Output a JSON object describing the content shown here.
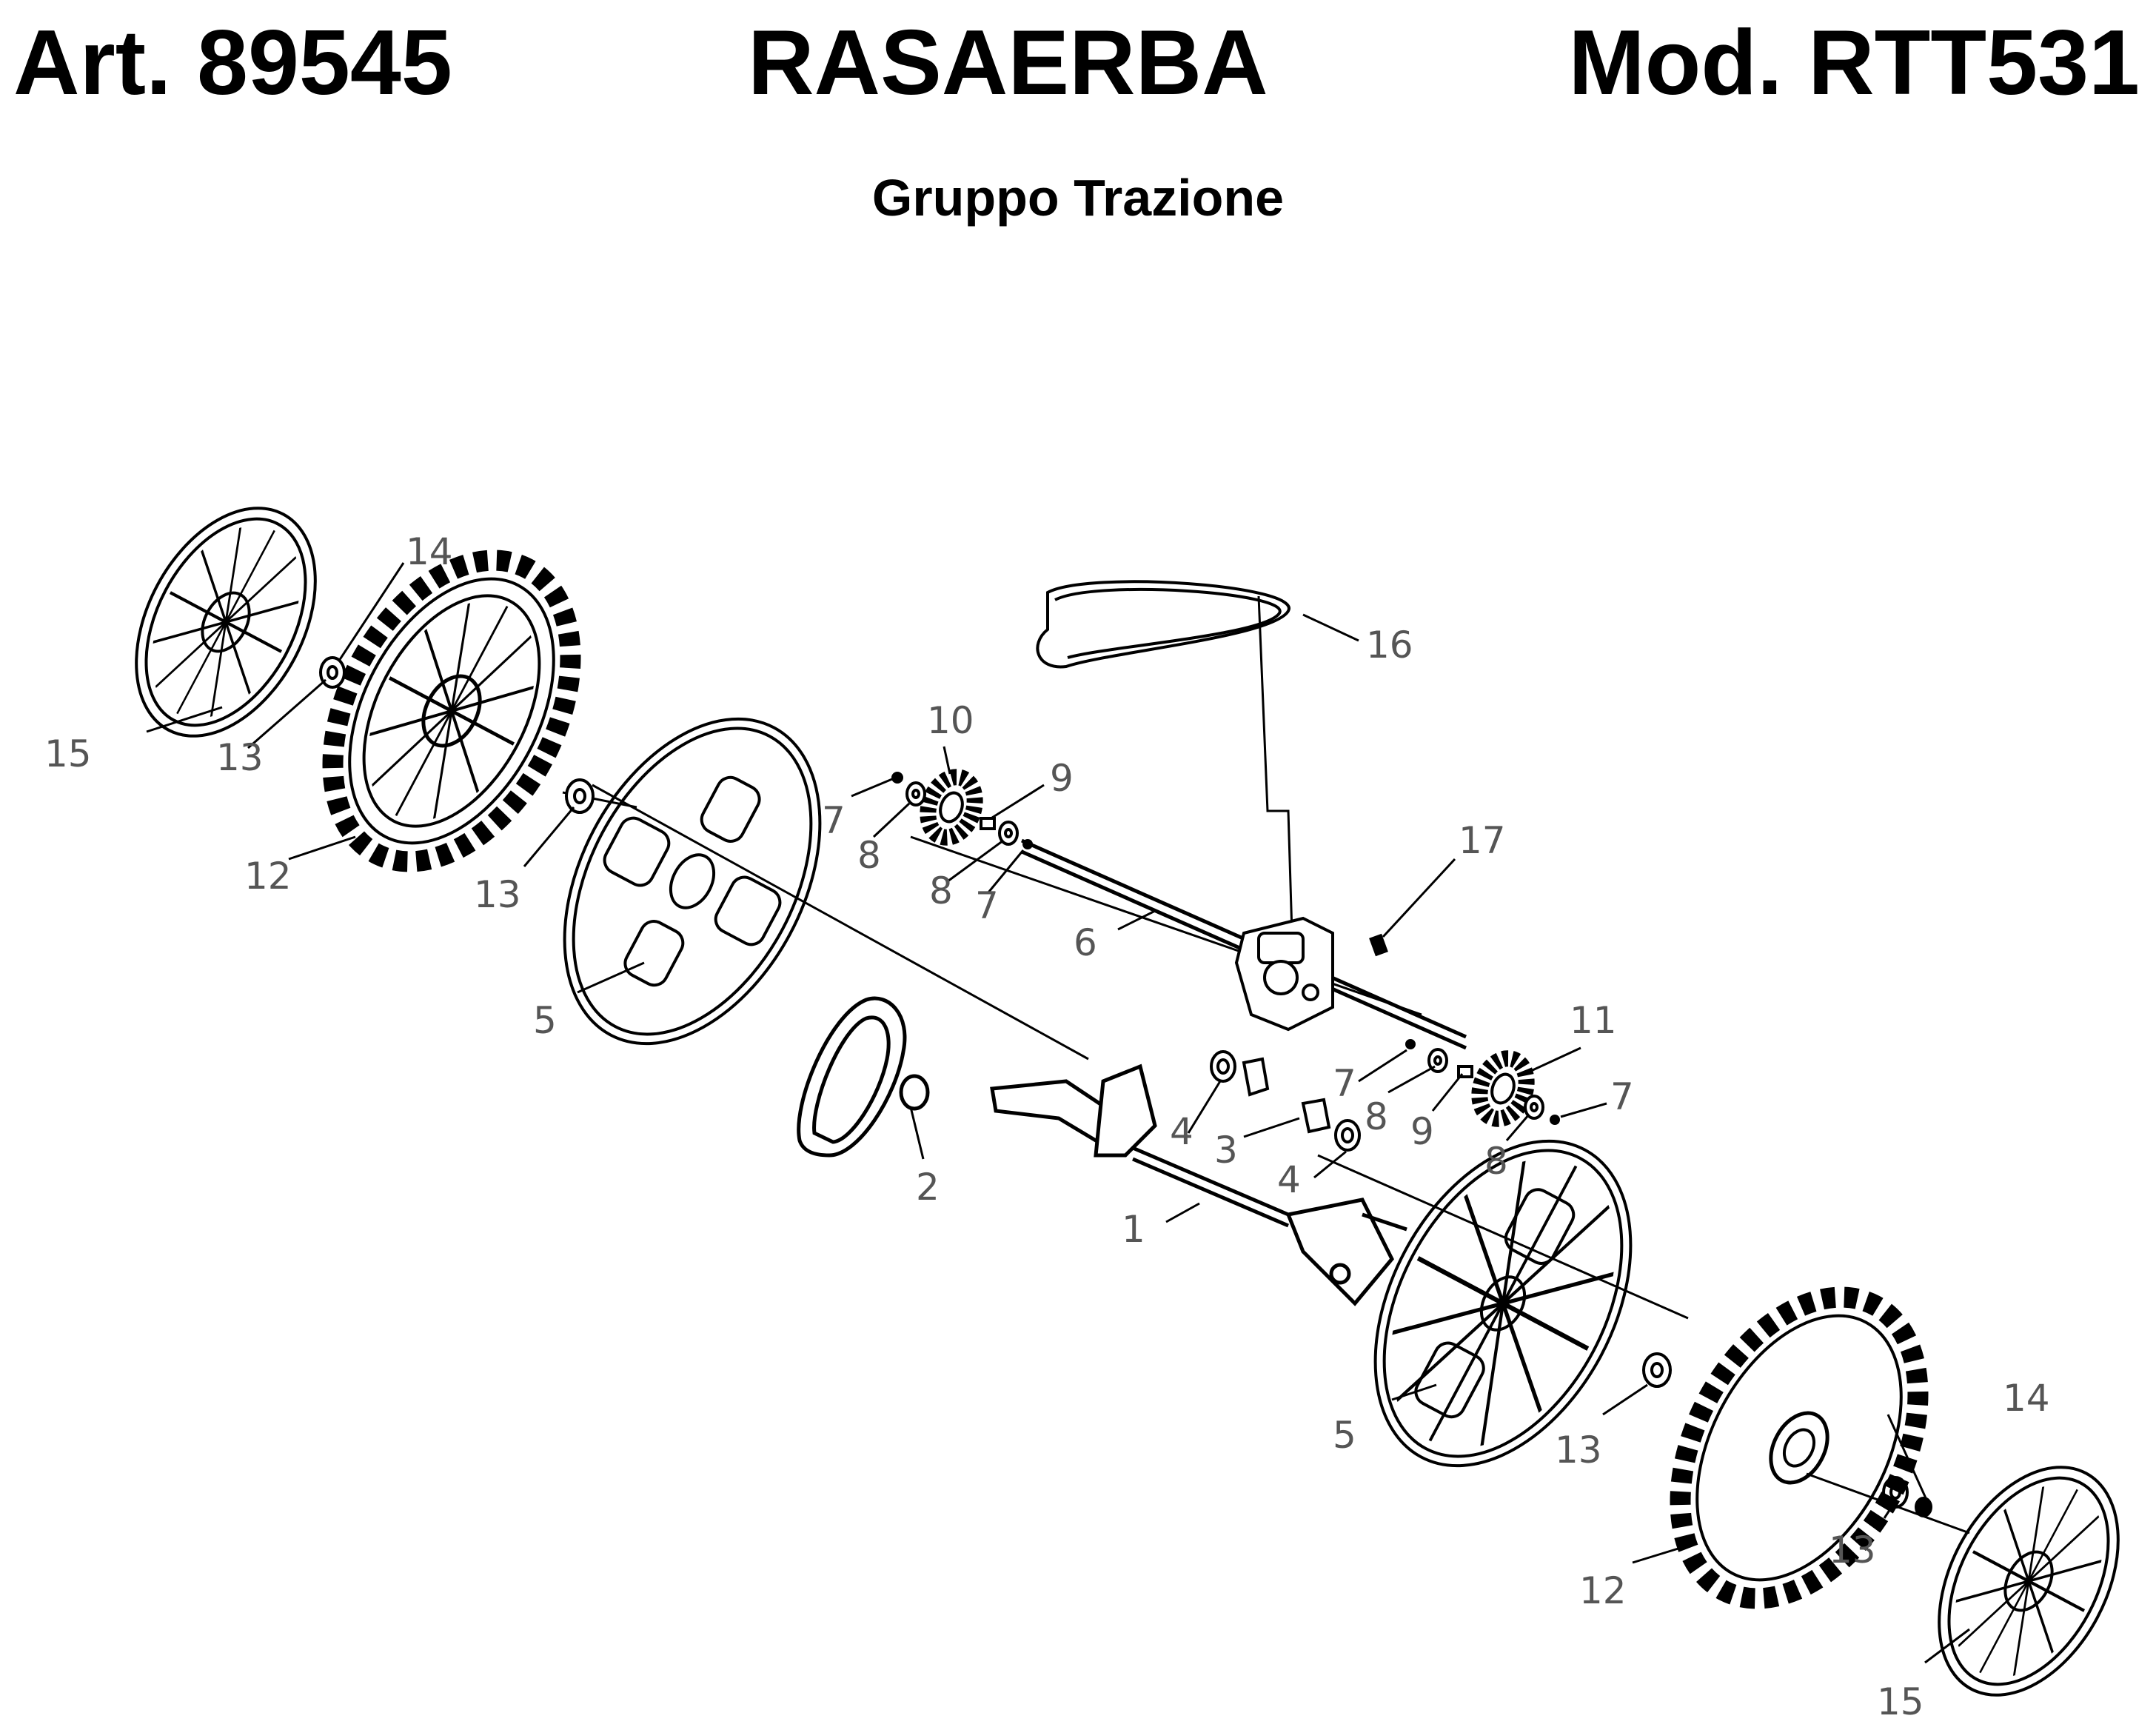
{
  "header": {
    "article": "Art. 89545",
    "title": "RASAERBA",
    "model": "Mod. RTT531"
  },
  "subtitle": "Gruppo Trazione",
  "callouts": {
    "c1": "1",
    "c2": "2",
    "c3": "3",
    "c4a": "4",
    "c4b": "4",
    "c5a": "5",
    "c5b": "5",
    "c6": "6",
    "c7a": "7",
    "c7b": "7",
    "c7c": "7",
    "c7d": "7",
    "c8a": "8",
    "c8b": "8",
    "c8c": "8",
    "c8d": "8",
    "c9a": "9",
    "c9b": "9",
    "c10": "10",
    "c11": "11",
    "c12a": "12",
    "c12b": "12",
    "c13a": "13",
    "c13b": "13",
    "c13c": "13",
    "c13d": "13",
    "c14a": "14",
    "c14b": "14",
    "c15a": "15",
    "c15b": "15",
    "c16": "16",
    "c17": "17"
  },
  "colors": {
    "line": "#000000",
    "callout": "#555555",
    "background": "#ffffff"
  }
}
